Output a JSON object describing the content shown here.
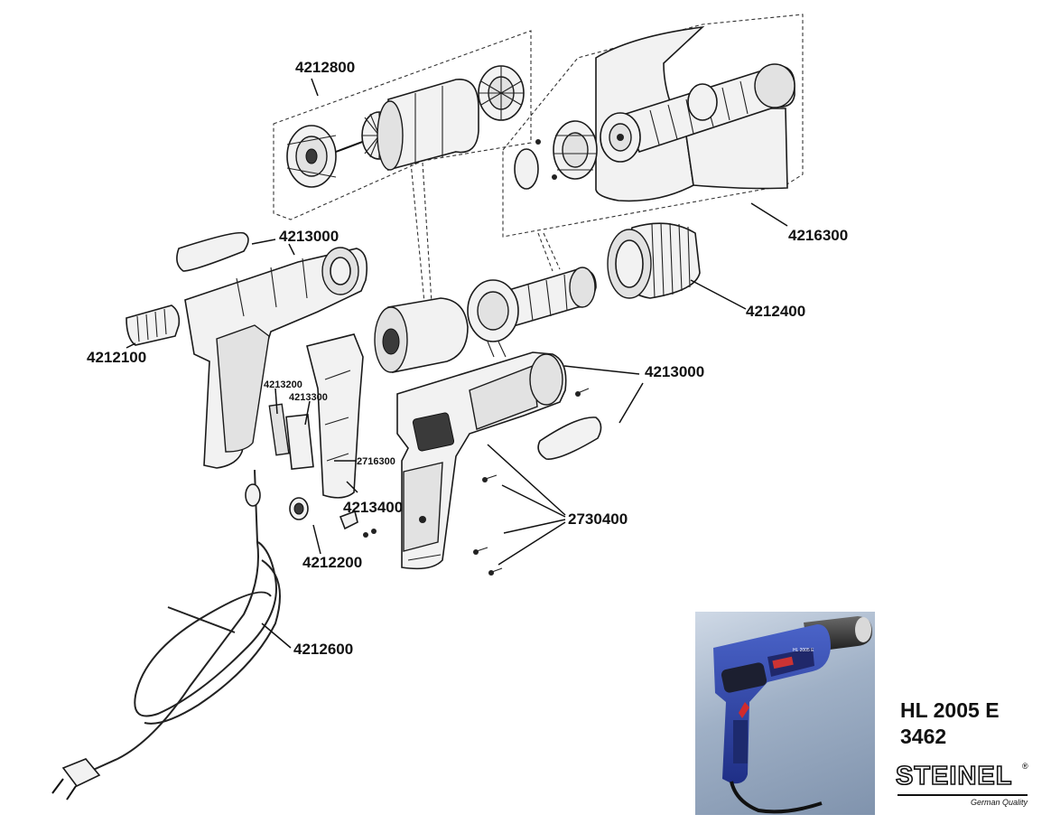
{
  "part_numbers": {
    "fan_motor_kit": "4212800",
    "nozzle_element_kit": "4216300",
    "housing_top": "4213000",
    "rear_grille": "4212100",
    "switch_4213200": "4213200",
    "switch_4213300": "4213300",
    "electronics": "2716300",
    "heating_outer_shield": "4212400",
    "housing_bottom": "4213000",
    "board_4213400": "4213400",
    "screws": "2730400",
    "knob": "4212200",
    "power_cord": "4212600"
  },
  "product": {
    "model": "HL 2005 E",
    "number": "3462",
    "photo_badge": "HL 2005 E"
  },
  "brand": {
    "name": "STEINEL",
    "registered": "®",
    "tagline": "German Quality"
  },
  "colors": {
    "tool_body": "#2b3f9e",
    "tool_grip": "#1d2a6e",
    "trigger": "#d22b2b",
    "photo_background": "#9fb0c6"
  }
}
